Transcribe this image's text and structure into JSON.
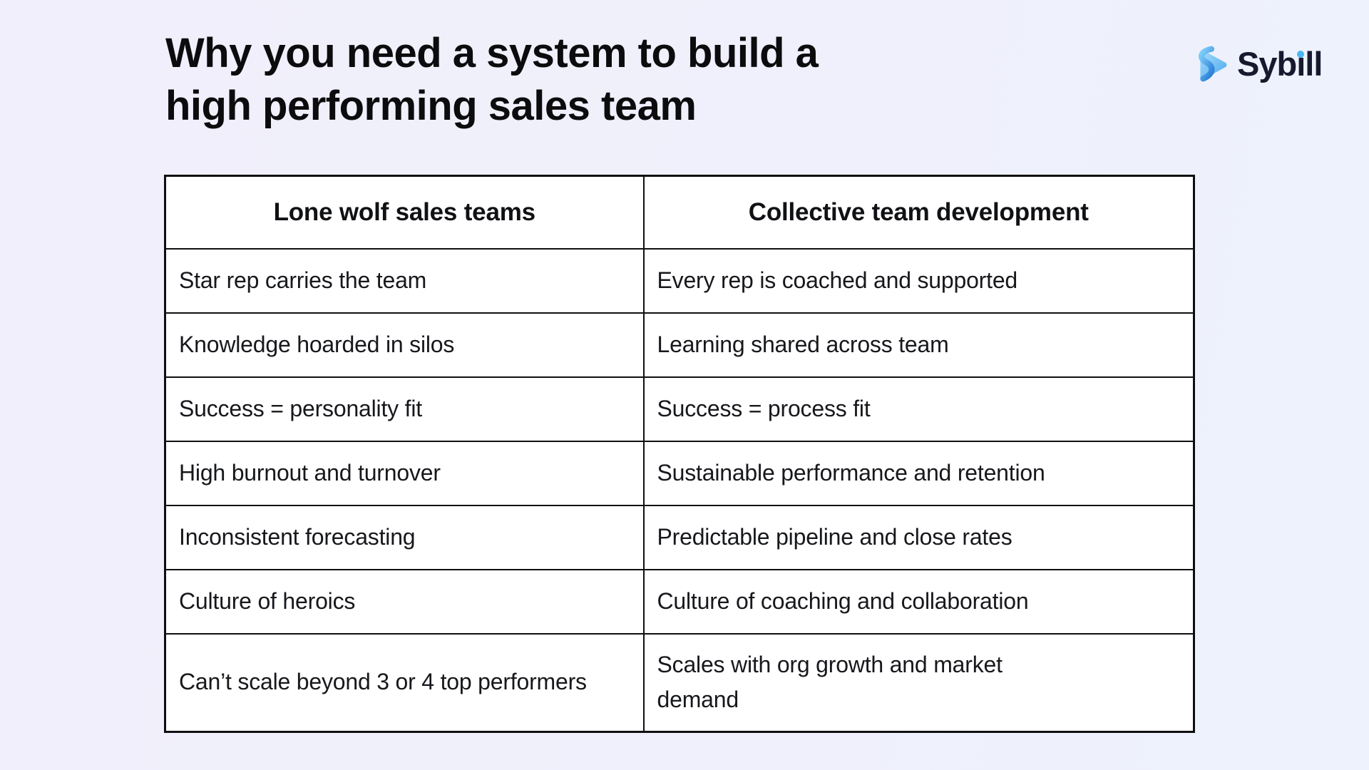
{
  "header": {
    "title_lines": [
      "Why you need a system to build a",
      "high performing sales team"
    ]
  },
  "logo": {
    "text": "Sybill",
    "icon": "sybill-play-swoosh-icon",
    "wordmark_color": "#171a2e",
    "dot_color": "#49b5f2"
  },
  "chart_data": {
    "type": "table",
    "title": "Why you need a system to build a high performing sales team",
    "columns": [
      "Lone wolf sales teams",
      "Collective team development"
    ],
    "rows": [
      [
        "Star rep carries the team",
        "Every rep is coached and supported"
      ],
      [
        "Knowledge hoarded in silos",
        "Learning shared across team"
      ],
      [
        "Success = personality fit",
        "Success = process fit"
      ],
      [
        "High burnout and turnover",
        "Sustainable performance and retention"
      ],
      [
        "Inconsistent forecasting",
        "Predictable pipeline and close rates"
      ],
      [
        "Culture of heroics",
        "Culture of coaching and collaboration"
      ],
      [
        "Can’t scale beyond 3 or 4 top performers",
        "Scales with org growth and market demand"
      ]
    ],
    "layout": {
      "header_row": true,
      "grid": "full-borders",
      "header_align": "center",
      "body_align": "left"
    }
  },
  "colors": {
    "background": "#f0f0fb",
    "table_background": "#ffffff",
    "border": "#0f0f10",
    "title_text": "#0c0c0e",
    "body_text": "#17181c",
    "accent_blue": "#49b5f2",
    "logo_gradient_light": "#a6dcfb",
    "logo_gradient_dark": "#2b7fd8"
  }
}
